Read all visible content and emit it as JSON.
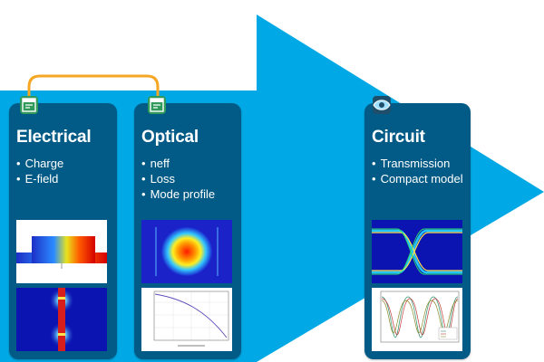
{
  "colors": {
    "arrow": "#00a9e6",
    "card": "#025b86",
    "connector": "#f5a623",
    "badge_green": "#2f9a5a",
    "badge_dark": "#1f4e6a"
  },
  "cards": [
    {
      "title": "Electrical",
      "bullets": [
        "Charge",
        "E-field"
      ],
      "icon": "solver-chip-icon"
    },
    {
      "title": "Optical",
      "bullets": [
        "neff",
        "Loss",
        "Mode profile"
      ],
      "icon": "solver-chip-icon"
    },
    {
      "title": "Circuit",
      "bullets": [
        "Transmission",
        "Compact model"
      ],
      "icon": "eye-diagram-icon"
    }
  ]
}
